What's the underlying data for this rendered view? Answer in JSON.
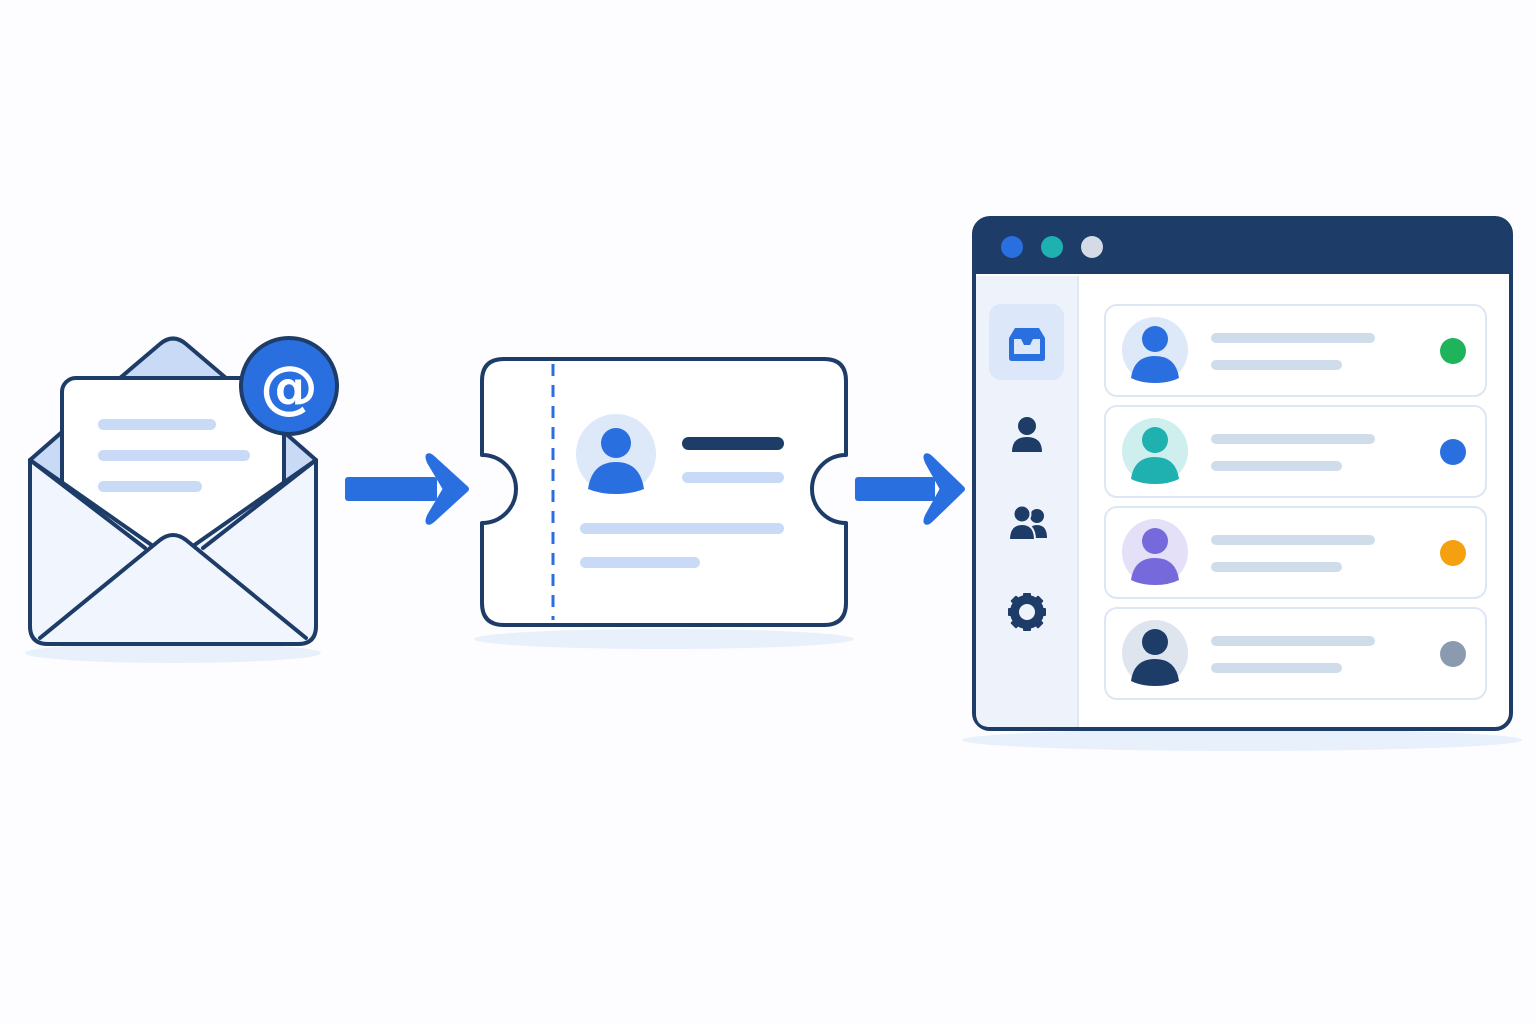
{
  "flow": {
    "steps": [
      {
        "id": "email",
        "icon": "envelope-icon",
        "badge_icon": "at-sign-icon",
        "badge_glyph": "@"
      },
      {
        "id": "ticket",
        "icon": "ticket-icon",
        "avatar_icon": "user-avatar-icon"
      },
      {
        "id": "app",
        "icon": "app-window-icon"
      }
    ],
    "connectors": [
      "arrow-right-icon",
      "arrow-right-icon"
    ]
  },
  "app_window": {
    "window_controls": [
      {
        "name": "window-dot-blue",
        "color": "#2a6fe0"
      },
      {
        "name": "window-dot-teal",
        "color": "#1fb0b0"
      },
      {
        "name": "window-dot-gray",
        "color": "#d4dbe6"
      }
    ],
    "sidebar": [
      {
        "name": "sidebar-item-inbox",
        "icon": "inbox-icon",
        "active": true
      },
      {
        "name": "sidebar-item-contact",
        "icon": "user-icon",
        "active": false
      },
      {
        "name": "sidebar-item-team",
        "icon": "users-icon",
        "active": false
      },
      {
        "name": "sidebar-item-settings",
        "icon": "gear-icon",
        "active": false
      }
    ],
    "list": [
      {
        "avatar_color": "#2a6fe0",
        "avatar_bg": "#dde8f9",
        "status_color": "#1fb35b"
      },
      {
        "avatar_color": "#1fb0b0",
        "avatar_bg": "#cfeeee",
        "status_color": "#2a6fe0"
      },
      {
        "avatar_color": "#7569dc",
        "avatar_bg": "#e3e0f8",
        "status_color": "#f5a00f"
      },
      {
        "avatar_color": "#1d3c68",
        "avatar_bg": "#dfe5ee",
        "status_color": "#8a9bb0"
      }
    ]
  },
  "colors": {
    "outline": "#1d3c68",
    "accent": "#2a6fe0",
    "light_fill": "#f1f5fd",
    "placeholder_line": "#c9daf6",
    "shadow": "#e8f0fc"
  }
}
